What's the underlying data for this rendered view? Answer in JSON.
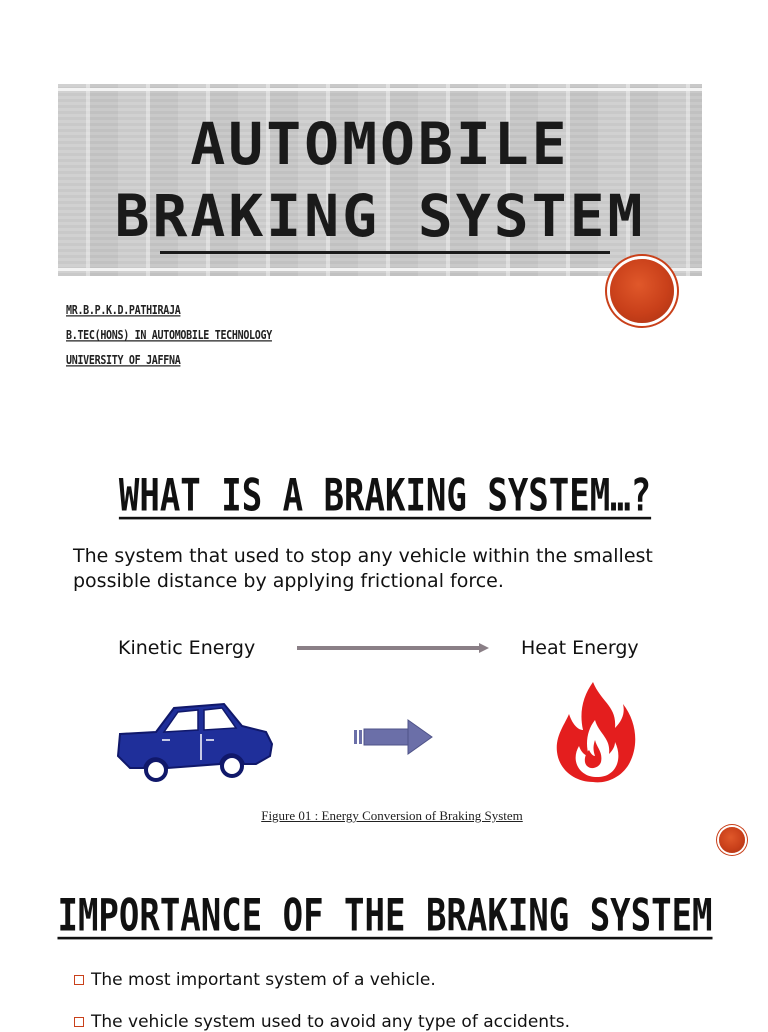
{
  "title_slide": {
    "title_line_1": "Automobile",
    "title_line_2": "Braking System",
    "author": {
      "name": "Mr.B.P.K.D.Pathiraja",
      "degree": "B.Tec(Hons) in Automobile Technology",
      "university": "University of Jaffna"
    }
  },
  "slide_2": {
    "heading": "What is a Braking System…?",
    "definition": "The system that used to stop any vehicle within the smallest possible distance by applying frictional force.",
    "energy_from": "Kinetic Energy",
    "energy_to": "Heat Energy",
    "caption": "Figure 01 : Energy Conversion of Braking System"
  },
  "slide_3": {
    "heading": "Importance of the Braking System",
    "bullets": [
      "The most important system of a vehicle.",
      "The vehicle system used to avoid any type of accidents."
    ]
  },
  "colors": {
    "accent": "#c9401a",
    "car": "#1f2f9a",
    "arrow": "#6b6fa8",
    "fire": "#e41e1e"
  },
  "icons": [
    "car-icon",
    "fire-icon",
    "right-arrow-icon"
  ]
}
